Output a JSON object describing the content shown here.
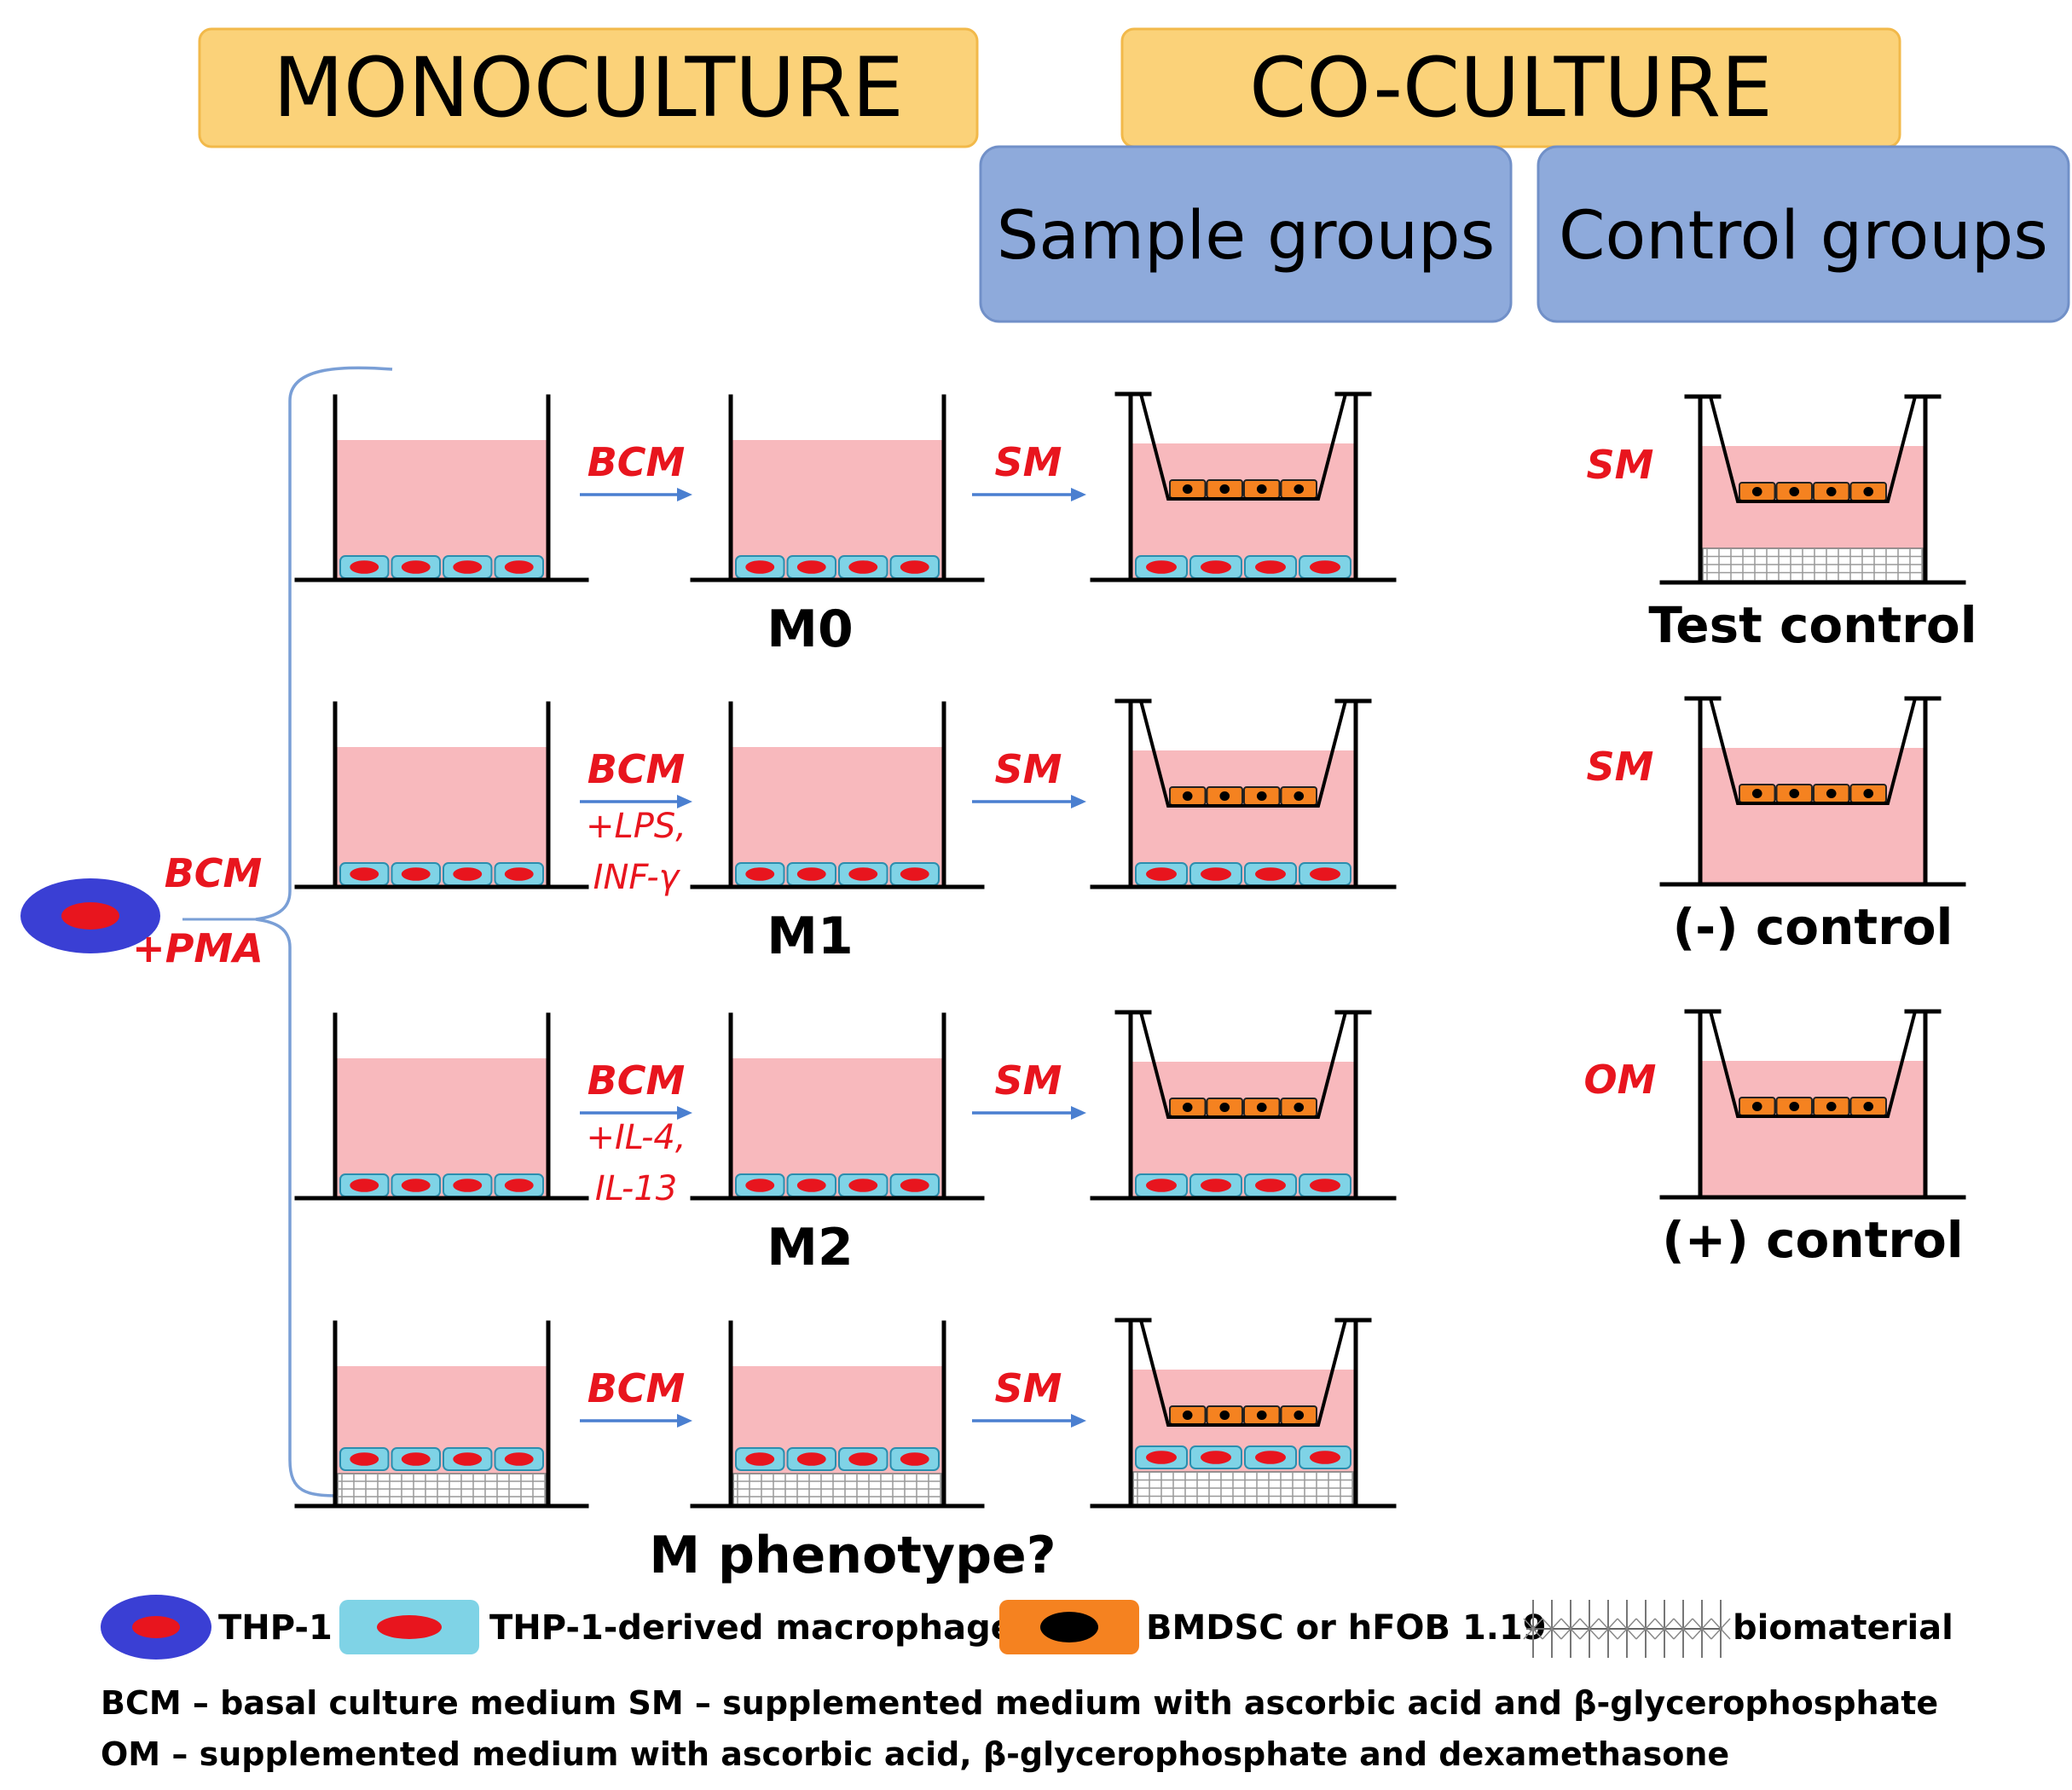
{
  "headers": {
    "monoculture": "MONOCULTURE",
    "coculture": "CO-CULTURE",
    "sample_groups": "Sample groups",
    "control_groups": "Control groups"
  },
  "start": {
    "medium": "BCM",
    "additive": "+PMA"
  },
  "rows": [
    {
      "step1": "BCM",
      "step1_sub": [],
      "step2": "SM",
      "phenotype": "M0"
    },
    {
      "step1": "BCM",
      "step1_sub": [
        "+LPS,",
        "INF-γ"
      ],
      "step2": "SM",
      "phenotype": "M1"
    },
    {
      "step1": "BCM",
      "step1_sub": [
        "+IL-4,",
        "IL-13"
      ],
      "step2": "SM",
      "phenotype": "M2"
    },
    {
      "step1": "BCM",
      "step1_sub": [],
      "step2": "SM",
      "phenotype": "M phenotype?"
    }
  ],
  "controls": [
    {
      "medium": "SM",
      "label": "Test control"
    },
    {
      "medium": "SM",
      "label": "(-) control"
    },
    {
      "medium": "OM",
      "label": "(+) control"
    }
  ],
  "legend": {
    "thp1": "THP-1",
    "macrophage": "THP-1-derived macrophage",
    "bmdsc": "BMDSC or hFOB 1.19",
    "biomaterial": "biomaterial",
    "note_line1": "BCM – basal culture medium  SM – supplemented medium with ascorbic acid and β-glycerophosphate",
    "note_line2": "OM – supplemented medium with ascorbic acid, β-glycerophosphate and dexamethasone"
  },
  "colors": {
    "header_orange": "#fbd279",
    "header_blue": "#8eaadb",
    "medium_pink": "#f8b9bd",
    "macrophage": "#7fd3e6",
    "nucleus_red": "#e8151e",
    "thp1_blue": "#3a3fd4",
    "bmdsc_orange": "#f58220",
    "arrow_blue": "#4a7fd0",
    "label_red": "#e8151e"
  }
}
